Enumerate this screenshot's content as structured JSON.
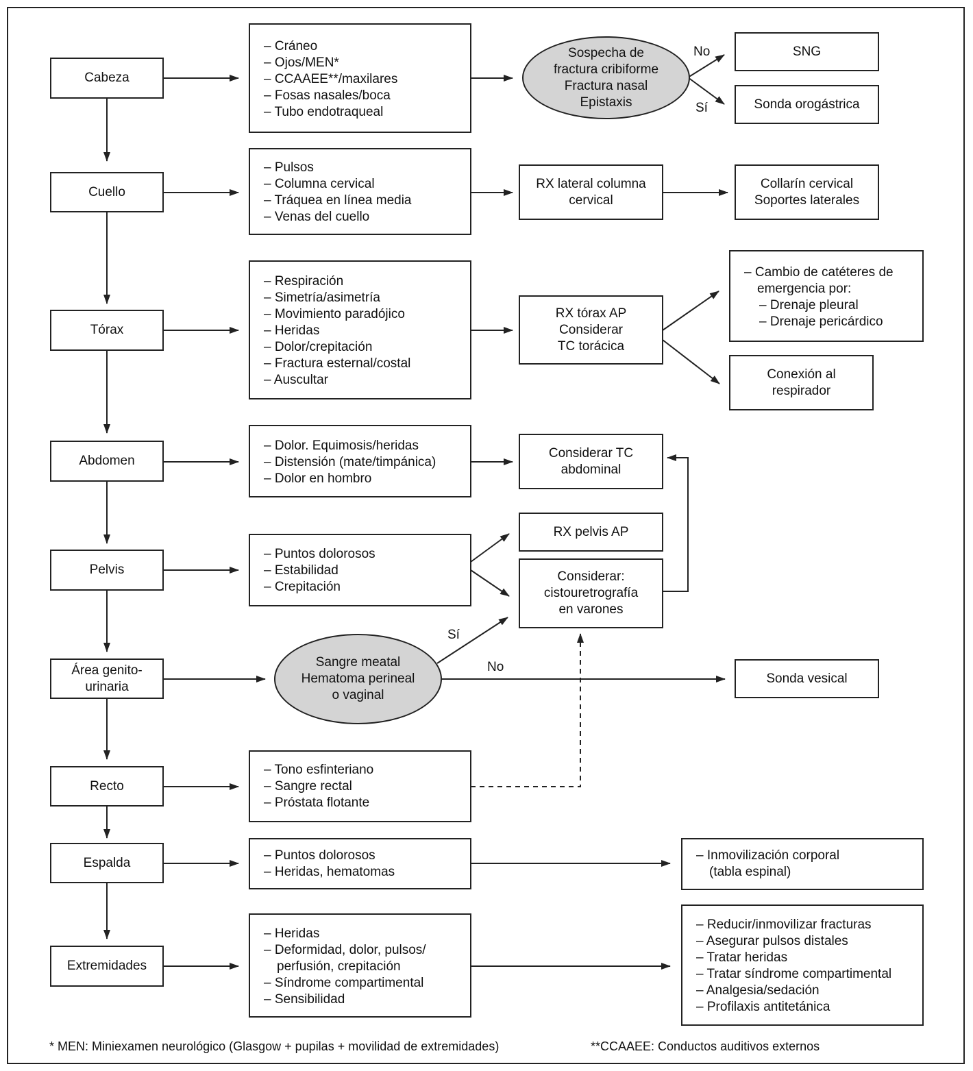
{
  "regions": {
    "cabeza": "Cabeza",
    "cuello": "Cuello",
    "torax": "Tórax",
    "abdomen": "Abdomen",
    "pelvis": "Pelvis",
    "genito": [
      "Área genito-",
      "urinaria"
    ],
    "recto": "Recto",
    "espalda": "Espalda",
    "extremidades": "Extremidades"
  },
  "exams": {
    "cabeza": [
      "– Cráneo",
      "– Ojos/MEN*",
      "– CCAAEE**/maxilares",
      "– Fosas nasales/boca",
      "– Tubo endotraqueal"
    ],
    "cuello": [
      "– Pulsos",
      "– Columna cervical",
      "– Tráquea en línea media",
      "– Venas del cuello"
    ],
    "torax": [
      "– Respiración",
      "– Simetría/asimetría",
      "– Movimiento paradójico",
      "– Heridas",
      "– Dolor/crepitación",
      "– Fractura esternal/costal",
      "– Auscultar"
    ],
    "abdomen": [
      "– Dolor. Equimosis/heridas",
      "– Distensión (mate/timpánica)",
      "– Dolor en hombro"
    ],
    "pelvis": [
      "– Puntos dolorosos",
      "– Estabilidad",
      "– Crepitación"
    ],
    "recto": [
      "– Tono esfinteriano",
      "– Sangre rectal",
      "– Próstata flotante"
    ],
    "espalda": [
      "– Puntos dolorosos",
      "– Heridas, hematomas"
    ],
    "extremidades": [
      "– Heridas",
      "– Deformidad, dolor, pulsos/",
      "perfusión, crepitación",
      "– Síndrome compartimental",
      "– Sensibilidad"
    ]
  },
  "decisions": {
    "cabeza": [
      "Sospecha de",
      "fractura cribiforme",
      "Fractura nasal",
      "Epistaxis"
    ],
    "genito": [
      "Sangre meatal",
      "Hematoma perineal",
      "o vaginal"
    ]
  },
  "actions": {
    "sng": "SNG",
    "orogastrica": "Sonda orogástrica",
    "rx_cervical": [
      "RX lateral columna",
      "cervical"
    ],
    "collarin": [
      "Collarín cervical",
      "Soportes laterales"
    ],
    "rx_torax": [
      "RX tórax AP",
      "Considerar",
      "TC torácica"
    ],
    "cateteres": [
      "– Cambio de catéteres de",
      "emergencia por:",
      "– Drenaje pleural",
      "– Drenaje pericárdico"
    ],
    "respirador": [
      "Conexión al",
      "respirador"
    ],
    "tc_abdominal": [
      "Considerar TC",
      "abdominal"
    ],
    "rx_pelvis": "RX pelvis AP",
    "cistouretro": [
      "Considerar:",
      "cistouretrografía",
      "en varones"
    ],
    "sonda_vesical": "Sonda vesical",
    "inmovilizacion": [
      "– Inmovilización corporal",
      "(tabla espinal)"
    ],
    "extremidades": [
      "– Reducir/inmovilizar fracturas",
      "– Asegurar pulsos distales",
      "– Tratar heridas",
      "– Tratar síndrome compartimental",
      "– Analgesia/sedación",
      "– Profilaxis antitetánica"
    ]
  },
  "branch_labels": {
    "no": "No",
    "si": "Sí"
  },
  "footnotes": {
    "men": "* MEN: Miniexamen neurológico (Glasgow + pupilas + movilidad de extremidades)",
    "ccaaee": "**CCAAEE: Conductos auditivos externos"
  }
}
